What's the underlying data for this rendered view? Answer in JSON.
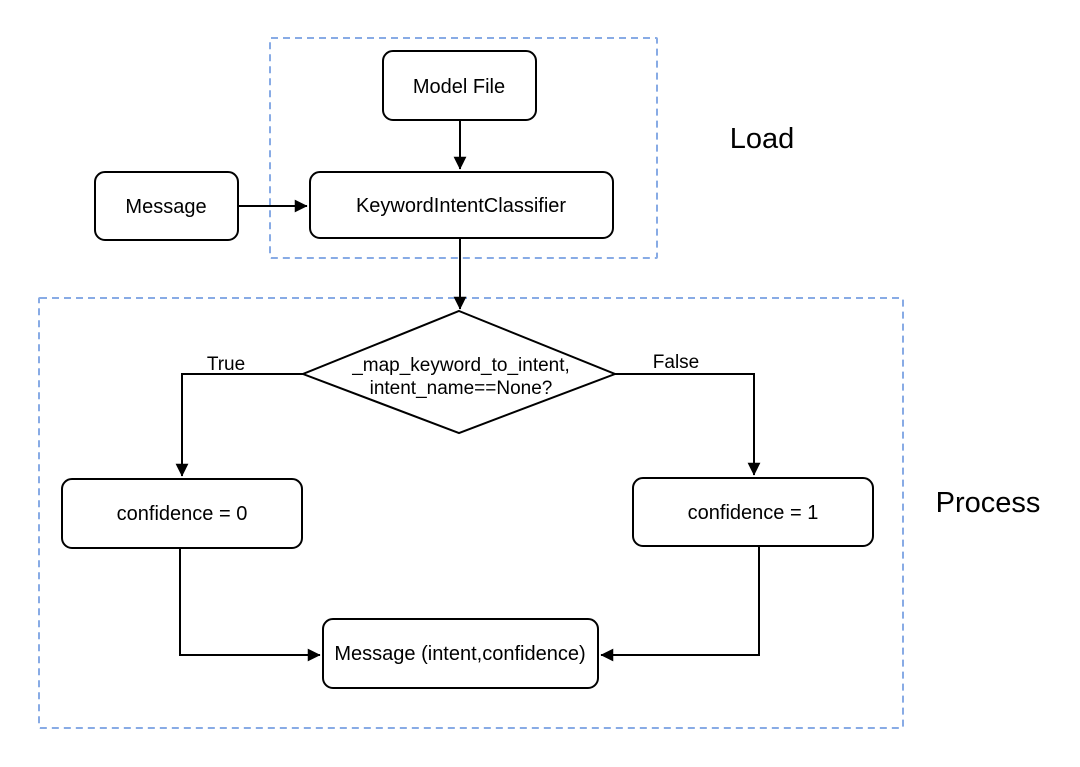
{
  "diagram": {
    "type": "flowchart",
    "groups": {
      "load": {
        "label": "Load"
      },
      "process": {
        "label": "Process"
      }
    },
    "nodes": {
      "model_file": {
        "label": "Model File",
        "shape": "rounded-rect"
      },
      "message_in": {
        "label": "Message",
        "shape": "rounded-rect"
      },
      "classifier": {
        "label": "KeywordIntentClassifier",
        "shape": "rounded-rect"
      },
      "decision": {
        "label_line1": "_map_keyword_to_intent,",
        "label_line2": "intent_name==None?",
        "shape": "diamond"
      },
      "confidence_zero": {
        "label": "confidence = 0",
        "shape": "rounded-rect"
      },
      "confidence_one": {
        "label": "confidence = 1",
        "shape": "rounded-rect"
      },
      "message_out": {
        "label": "Message (intent,confidence)",
        "shape": "rounded-rect"
      }
    },
    "edges": {
      "model_file_to_classifier": {
        "label": ""
      },
      "message_to_classifier": {
        "label": ""
      },
      "classifier_to_decision": {
        "label": ""
      },
      "decision_true": {
        "label": "True"
      },
      "decision_false": {
        "label": "False"
      },
      "confidence_zero_to_message_out": {
        "label": ""
      },
      "confidence_one_to_message_out": {
        "label": ""
      }
    },
    "colors": {
      "node_stroke": "#000000",
      "node_fill": "#ffffff",
      "edge_stroke": "#000000",
      "group_border": "#88abe5",
      "text": "#000000",
      "background": "#ffffff"
    }
  }
}
